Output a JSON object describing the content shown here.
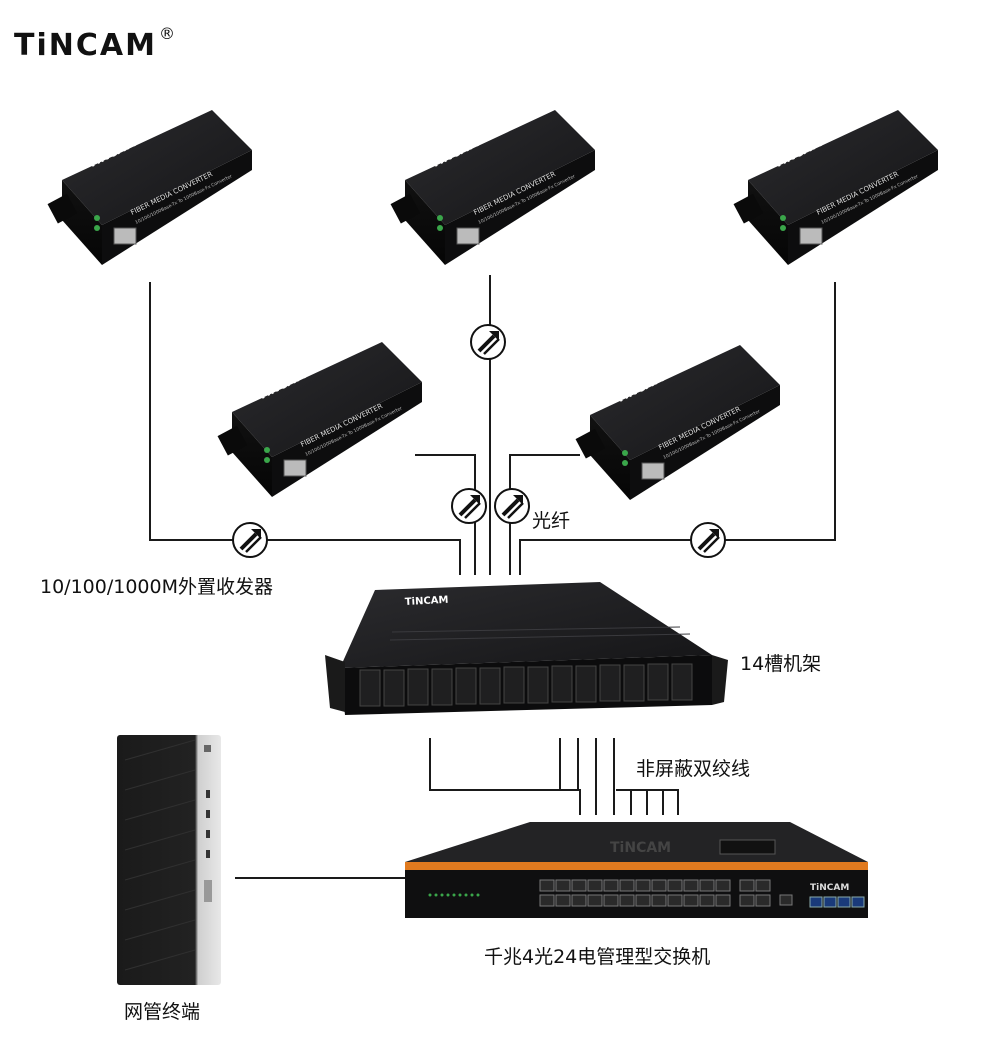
{
  "brand": {
    "name": "TiNCAM",
    "mark": "®"
  },
  "device_brand": "TiNCAM",
  "converter_text": {
    "line1": "FIBER MEDIA CONVERTER",
    "line2": "10/100/1000Base-Tx To 1000Base-Fx Converter"
  },
  "switch_panel_text": "TiNCAM",
  "labels": {
    "converters": "10/100/1000M外置收发器",
    "fiber": "光纤",
    "chassis": "14槽机架",
    "utp": "非屏蔽双绞线",
    "switch": "千兆4光24电管理型交换机",
    "terminal": "网管终端"
  },
  "colors": {
    "line": "#1a1a1a",
    "device_body": "#1c1c1e",
    "switch_accent": "#e07a1f",
    "port_green": "#3aa64a"
  },
  "icons": {
    "fiber_symbol": "fiber-link-icon"
  }
}
